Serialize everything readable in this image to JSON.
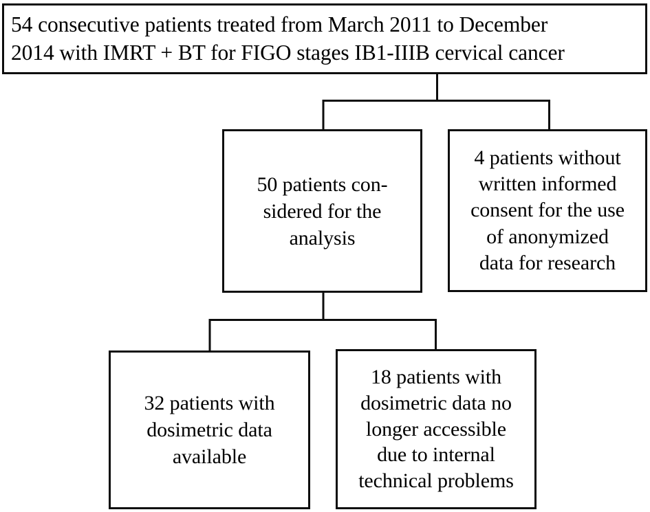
{
  "diagram": {
    "type": "patient-flow-chart",
    "stroke_color": "#0d0d0d",
    "background_color": "#ffffff",
    "nodes": {
      "cohort": {
        "label": "54 consecutive patients treated from March 2011 to December\n2014 with IMRT + BT for FIGO stages IB1-IIIB cervical cancer",
        "count": 54
      },
      "analyzed": {
        "label": "50 patients con-\nsidered for the\nanalysis",
        "count": 50
      },
      "excluded_consent": {
        "label": "4 patients without\nwritten informed\nconsent for the use\nof anonymized\ndata for research",
        "count": 4
      },
      "dosimetry_available": {
        "label": "32 patients with\ndosimetric data\navailable",
        "count": 32
      },
      "dosimetry_lost": {
        "label": "18 patients with\ndosimetric data no\nlonger accessible\ndue to internal\ntechnical problems",
        "count": 18
      }
    }
  }
}
